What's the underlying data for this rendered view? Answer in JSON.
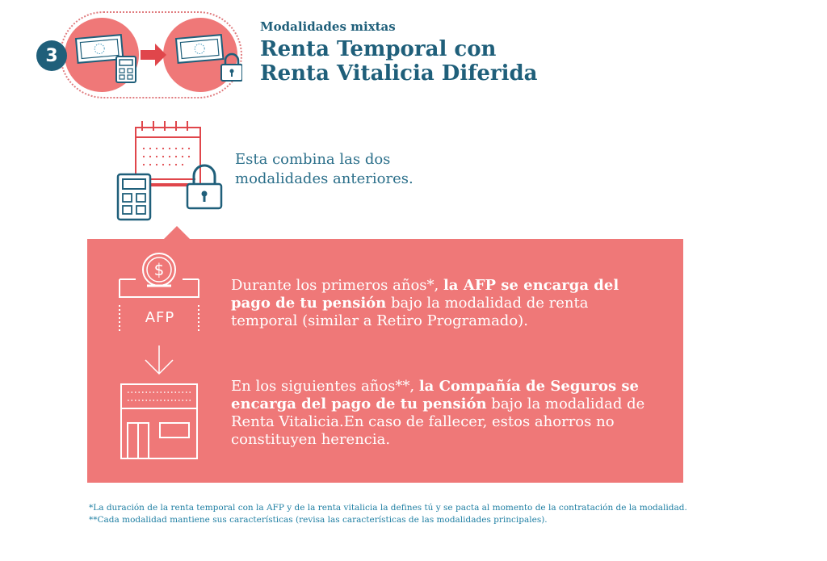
{
  "header": {
    "step_number": "3",
    "kicker": "Modalidades mixtas",
    "title_line1": "Renta Temporal con",
    "title_line2": "Renta Vitalicia Diferida"
  },
  "intro_text": "Esta combina las dos modalidades anteriores.",
  "card": {
    "afp_label": "AFP",
    "para1_pre": "Durante los primeros años*, ",
    "para1_bold": "la AFP se encarga del pago de tu pensión",
    "para1_post": " bajo la modalidad de renta temporal (similar a Retiro Programado).",
    "para2_pre": "En los siguientes años**, ",
    "para2_bold": "la Compañía de Seguros se encarga del pago de tu pensión",
    "para2_post": " bajo la modalidad de Renta Vitalicia.En caso de fallecer, estos ahorros no constituyen herencia."
  },
  "footnotes": {
    "note1": "*La duración de la renta temporal con la AFP y de la renta vitalicia la defines tú y se pacta al momento de la contratación de la modalidad.",
    "note2": "**Cada modalidad mantiene sus características (revisa las características de las modalidades principales)."
  },
  "colors": {
    "teal": "#1f5f7a",
    "coral": "#ef7878",
    "red_line": "#e0464b"
  },
  "icons": [
    "banknote-icon",
    "calculator-icon",
    "arrow-right-icon",
    "lock-icon",
    "calendar-icon",
    "coin-slot-icon",
    "arrow-down-icon",
    "building-icon"
  ]
}
